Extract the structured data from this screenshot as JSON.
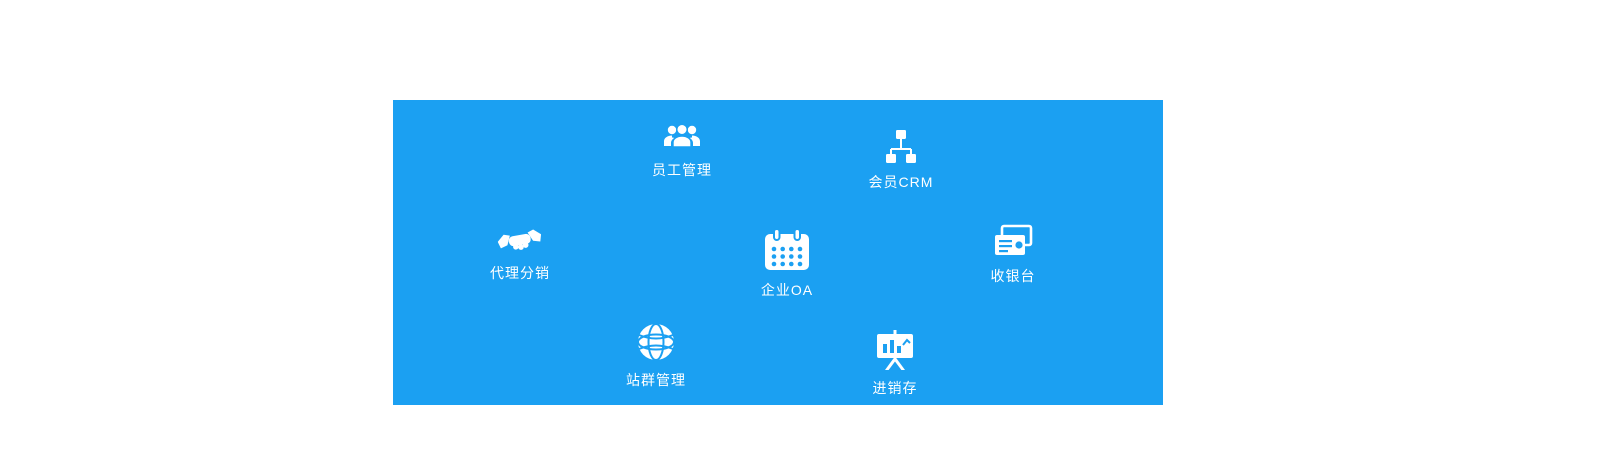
{
  "page": {
    "background_color": "#ffffff"
  },
  "panel": {
    "background_color": "#1ba0f2",
    "text_color": "#ffffff",
    "items": [
      {
        "label": "员工管理",
        "icon": "users-icon"
      },
      {
        "label": "会员CRM",
        "icon": "org-chart-icon"
      },
      {
        "label": "代理分销",
        "icon": "handshake-icon"
      },
      {
        "label": "企业OA",
        "icon": "calendar-icon"
      },
      {
        "label": "收银台",
        "icon": "banknotes-icon"
      },
      {
        "label": "站群管理",
        "icon": "globe-icon"
      },
      {
        "label": "进销存",
        "icon": "presentation-chart-icon"
      }
    ]
  }
}
